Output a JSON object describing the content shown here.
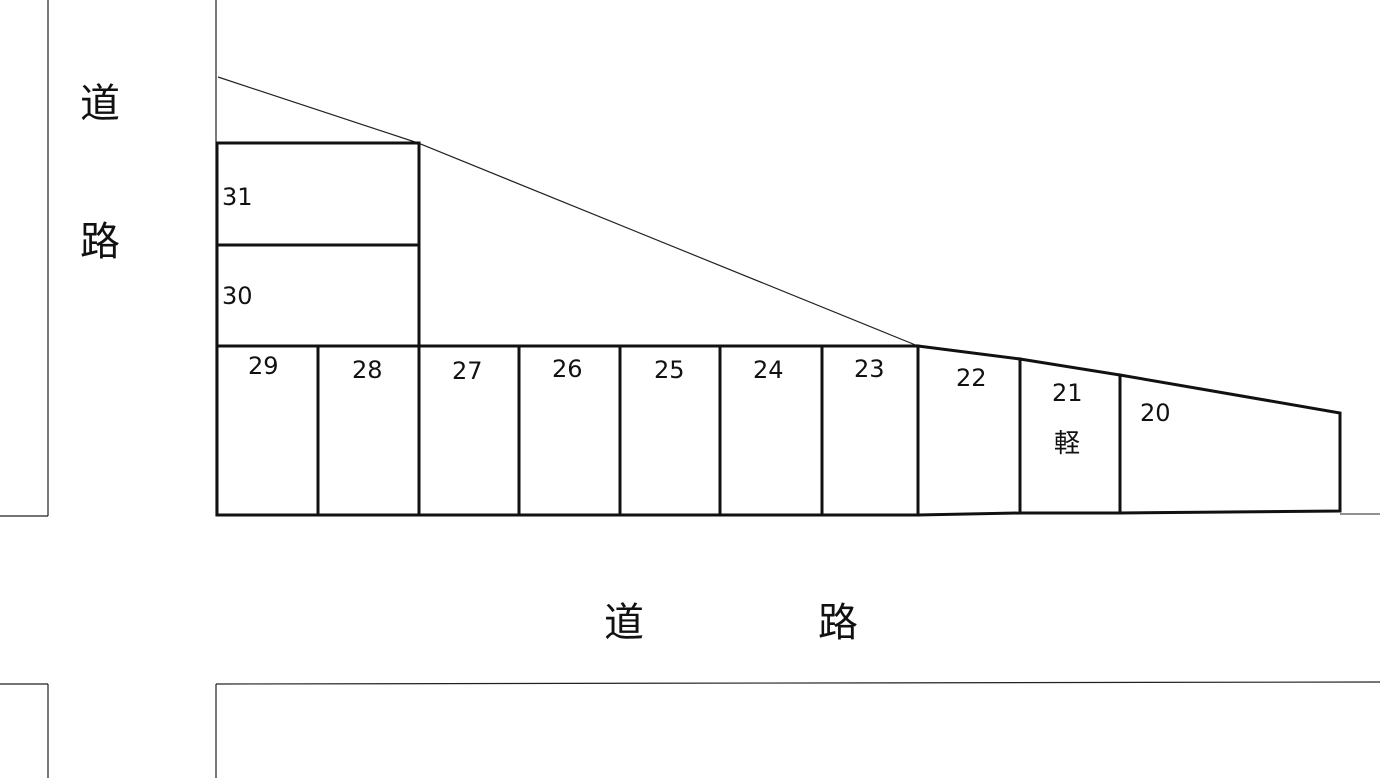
{
  "road_left": {
    "char_1": "道",
    "char_2": "路"
  },
  "road_bottom": {
    "char_1": "道",
    "char_2": "路"
  },
  "parking_lots": [
    {
      "number": "31",
      "note": ""
    },
    {
      "number": "30",
      "note": ""
    },
    {
      "number": "29",
      "note": ""
    },
    {
      "number": "28",
      "note": ""
    },
    {
      "number": "27",
      "note": ""
    },
    {
      "number": "26",
      "note": ""
    },
    {
      "number": "25",
      "note": ""
    },
    {
      "number": "24",
      "note": ""
    },
    {
      "number": "23",
      "note": ""
    },
    {
      "number": "22",
      "note": ""
    },
    {
      "number": "21",
      "note": "軽"
    },
    {
      "number": "20",
      "note": ""
    }
  ]
}
